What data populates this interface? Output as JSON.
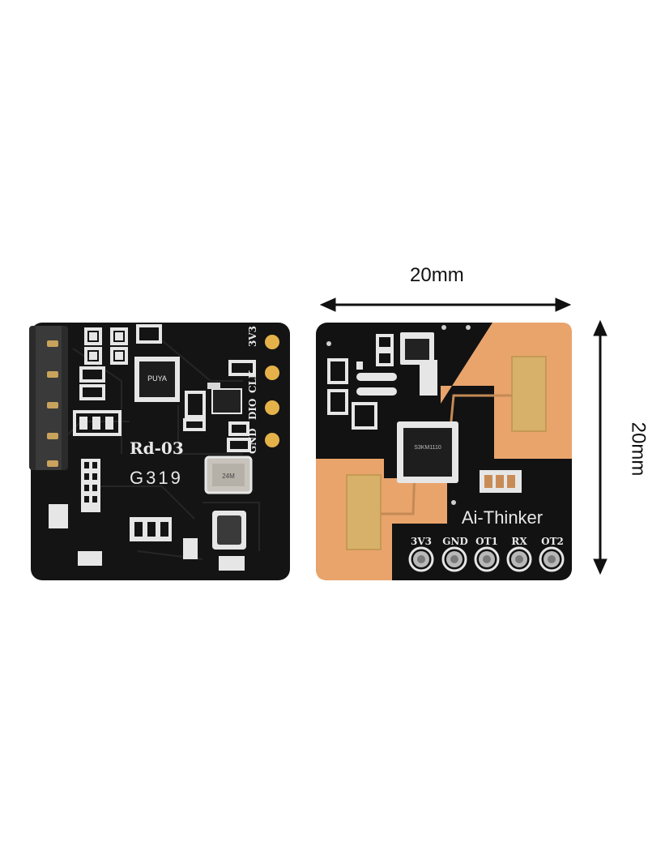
{
  "dimensions": {
    "width_label": "20mm",
    "height_label": "20mm"
  },
  "back_board": {
    "model": "Rd-03",
    "code": "G319",
    "chip_text": "PUYA",
    "crystal_text": "24M",
    "pin_labels": [
      "3V3",
      "CLK",
      "DIO",
      "GND"
    ],
    "color": "#141414"
  },
  "front_board": {
    "brand": "Ai-Thinker",
    "pin_labels": [
      "3V3",
      "GND",
      "OT1",
      "RX",
      "OT2"
    ],
    "color": "#121212",
    "antenna_color": "#e9a46c",
    "patch_color": "#d7b06a"
  }
}
